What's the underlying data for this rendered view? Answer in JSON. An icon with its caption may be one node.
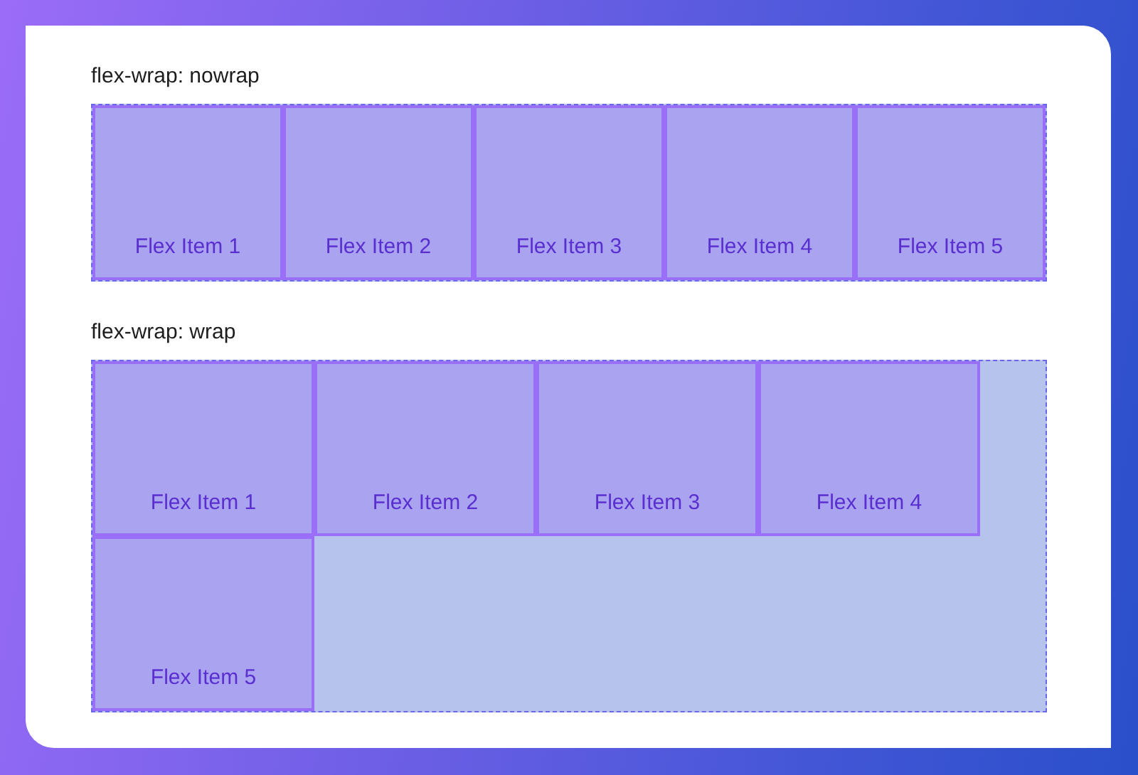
{
  "diagram": {
    "nodes": [
      {
        "text": [
          "flex-wrap: nowrap"
        ]
      },
      {
        "text": [
          "Flex Item 1"
        ],
        "in": 0
      },
      {
        "text": [
          "Flex Item 2"
        ],
        "in": 0
      },
      {
        "text": [
          "Flex Item 3"
        ],
        "in": 0
      },
      {
        "text": [
          "Flex Item 4"
        ],
        "in": 0
      },
      {
        "text": [
          "Flex Item 5"
        ],
        "in": 0
      },
      {
        "text": [
          "flex-wrap: wrap"
        ]
      },
      {
        "text": [
          "Flex Item 1"
        ],
        "in": 6
      },
      {
        "text": [
          "Flex Item 2"
        ],
        "in": 6
      },
      {
        "text": [
          "Flex Item 3"
        ],
        "in": 6
      },
      {
        "text": [
          "Flex Item 4"
        ],
        "in": 6
      },
      {
        "text": [
          "Flex Item 5"
        ],
        "in": 6
      }
    ]
  }
}
